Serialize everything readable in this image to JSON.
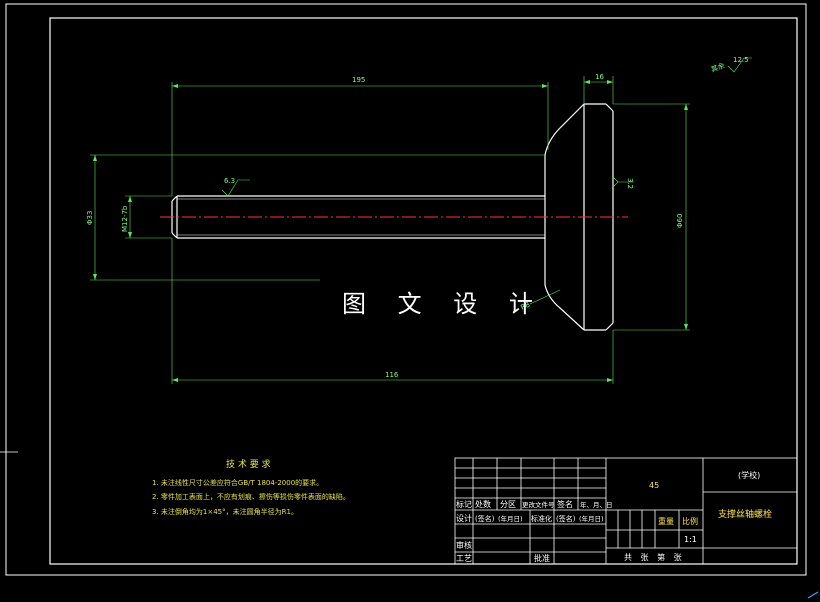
{
  "watermark": "图 文 设 计",
  "dimensions": {
    "total_length": "116",
    "shank_length": "195",
    "head_thickness": "16",
    "head_diameter": "Φ60",
    "body_diameter": "Φ33",
    "thread": "M12-7b",
    "fillet_label": "R8"
  },
  "roughness": {
    "shank": "6.3",
    "head": "3.2",
    "corner_value": "12.5",
    "corner_label": "其余"
  },
  "tech_notes": {
    "title": "技 术 要 求",
    "items": [
      "1. 未注线性尺寸公差应符合GB/T 1804-2000的要求。",
      "2. 零件加工表面上，不应有划痕、擦伤等损伤零件表面的缺陷。",
      "3. 未注倒角均为1×45°，未注圆角半径为R1。"
    ]
  },
  "title_block": {
    "material": "45",
    "school": "(学校)",
    "part_name": "支撑丝轴螺栓",
    "headers": [
      "标记",
      "处数",
      "分区",
      "更改文件号",
      "签名",
      "年、月、日"
    ],
    "design_row": [
      "设计",
      "(签名)",
      "(年月日)",
      "标准化",
      "(签名)",
      "(年月日)"
    ],
    "audit": "审核",
    "process": "工艺",
    "approve": "批准",
    "weight_label": "重量",
    "scale_label": "比例",
    "scale_value": "1:1",
    "sheets": "共  张  第  张"
  }
}
